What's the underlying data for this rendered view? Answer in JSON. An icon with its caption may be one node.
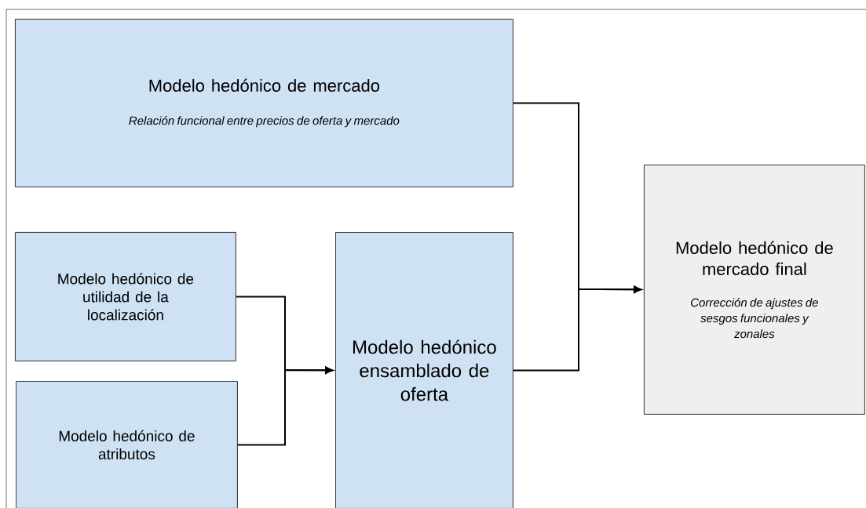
{
  "diagram": {
    "nodes": [
      {
        "text": [
          "Modelo hedónico de mercado",
          "Relación funcional entre precios de oferta y mercado"
        ]
      },
      {
        "text": [
          "Modelo hedónico de utilidad de la localización"
        ]
      },
      {
        "text": [
          "Modelo hedónico de atributos"
        ]
      },
      {
        "text": [
          "Modelo hedónico ensamblado de oferta"
        ]
      },
      {
        "text": [
          "Modelo hedónico de mercado final",
          "Corrección de ajustes de sesgos funcionales y zonales"
        ]
      }
    ],
    "edges": [
      {
        "from": 0,
        "to": 4,
        "arrow": "to"
      },
      {
        "from": 3,
        "to": 4,
        "arrow": "to"
      },
      {
        "from": 1,
        "to": 3,
        "arrow": "to"
      },
      {
        "from": 2,
        "to": 3,
        "arrow": "to"
      }
    ]
  }
}
